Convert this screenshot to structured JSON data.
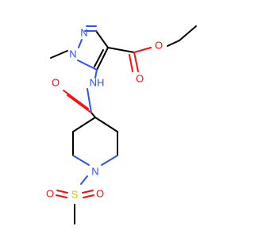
{
  "molecule": {
    "atoms": {
      "n1": "N",
      "n2": "N",
      "o_ester_carbonyl": "O",
      "o_ester_ether": "O",
      "nh_amide": "NH",
      "o_amide": "O",
      "n_piperidine": "N",
      "s_sulfonyl": "S",
      "o_sulfonyl_left": "O",
      "o_sulfonyl_right": "O"
    },
    "colors": {
      "carbon_bond": "#000000",
      "nitrogen": "#3050F8",
      "oxygen": "#FF0D0D",
      "sulfur": "#C8C800"
    }
  }
}
